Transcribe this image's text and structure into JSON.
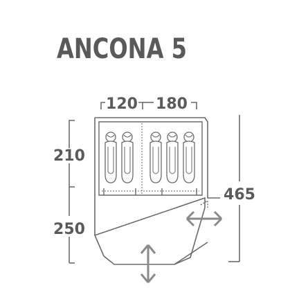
{
  "title": "ANCONA 5",
  "dimensions": {
    "width_left": "120",
    "width_right": "180",
    "depth_bedroom": "210",
    "depth_living": "250",
    "total_depth": "465"
  },
  "sleeping_bays": [
    {
      "name": "bay-left",
      "sleepers": 2
    },
    {
      "name": "bay-right",
      "sleepers": 3
    }
  ],
  "icons": {
    "horizontal_arrow": "double-arrow-horizontal-icon",
    "vertical_arrow": "double-arrow-vertical-icon"
  },
  "colors": {
    "title": "#5a5a5a",
    "lines": "#6a6a6a",
    "arrows": "#8a8a8a",
    "background": "#ffffff"
  }
}
